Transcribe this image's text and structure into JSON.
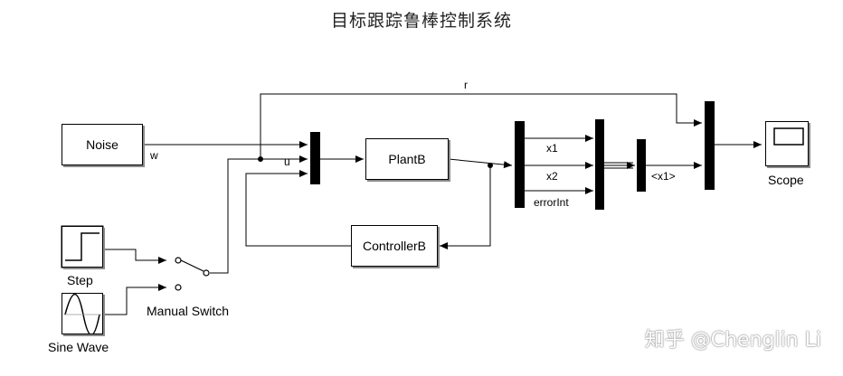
{
  "title": "目标跟踪鲁棒控制系统",
  "blocks": {
    "noise": "Noise",
    "plant": "PlantB",
    "controller": "ControllerB",
    "scope": "Scope",
    "step": "Step",
    "sine": "Sine Wave",
    "manual_switch": "Manual Switch"
  },
  "signals": {
    "r": "r",
    "w": "w",
    "u": "u",
    "x1": "x1",
    "x2": "x2",
    "error_int": "errorInt",
    "sel_x1": "<x1>"
  },
  "watermark": "知乎 @Chenglin Li"
}
